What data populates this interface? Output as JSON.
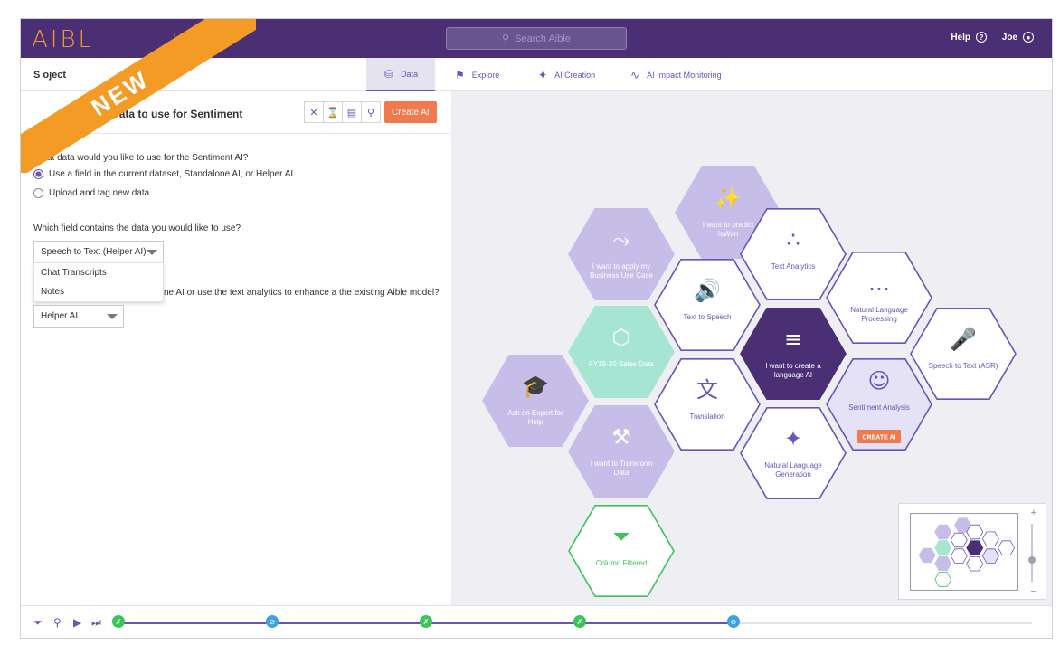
{
  "ribbon": {
    "label": "NEW"
  },
  "topbar": {
    "logo": "AIBL",
    "logo_suffix": "IZE",
    "search_placeholder": "Search Aible",
    "help_label": "Help",
    "user_label": "Joe"
  },
  "subbar": {
    "project_title": "S                      oject",
    "tabs": [
      {
        "label": "Data",
        "icon": "database-icon",
        "active": true
      },
      {
        "label": "Explore",
        "icon": "map-icon",
        "active": false
      },
      {
        "label": "AI Creation",
        "icon": "magic-wand-icon",
        "active": false
      },
      {
        "label": "AI Impact Monitoring",
        "icon": "pulse-icon",
        "active": false
      }
    ]
  },
  "left_panel": {
    "title": "Select the Data to use for Sentiment",
    "toolbar": {
      "create_ai": "Create AI"
    },
    "q1": "What data would you like to use for the Sentiment AI?",
    "q1_options": [
      "Use a field in the current dataset, Standalone AI, or Helper AI",
      "Upload and tag new data"
    ],
    "q2": "Which field contains the data you would like to use?",
    "field_select_value": "Speech to Text (Helper AI)",
    "field_dropdown_options": [
      "Chat Transcripts",
      "Notes"
    ],
    "q3_partial": "ne AI or use the text analytics to enhance a the existing Aible model?",
    "helper_select_value": "Helper AI"
  },
  "hexes": [
    {
      "id": "predict",
      "label": "I want to predict IsWon",
      "icon": "magic-wand-icon",
      "style": "lavender"
    },
    {
      "id": "apply",
      "label": "I want to apply my Business Use Case",
      "icon": "route-icon",
      "style": "lavender"
    },
    {
      "id": "text-analytics",
      "label": "Text Analytics",
      "icon": "scatter-chart-icon",
      "style": "outline"
    },
    {
      "id": "nlp",
      "label": "Natural Language Processing",
      "icon": "chat-bubble-icon",
      "style": "outline"
    },
    {
      "id": "tts",
      "label": "Text to Speech",
      "icon": "speaker-icon",
      "style": "outline"
    },
    {
      "id": "sales",
      "label": "FY19-20 Sales Data",
      "icon": "hex-cluster-icon",
      "style": "mint"
    },
    {
      "id": "language",
      "label": "I want to create a language AI",
      "icon": "text-lines-icon",
      "style": "dark"
    },
    {
      "id": "asr",
      "label": "Speech to Text (ASR)",
      "icon": "microphone-icon",
      "style": "outline"
    },
    {
      "id": "expert",
      "label": "Ask an Expert for Help",
      "icon": "graduate-icon",
      "style": "lavender"
    },
    {
      "id": "translation",
      "label": "Translation",
      "icon": "translate-icon",
      "style": "outline"
    },
    {
      "id": "sentiment",
      "label": "Sentiment Analysis",
      "icon": "smiley-chat-icon",
      "style": "selected",
      "button": "CREATE AI"
    },
    {
      "id": "transform",
      "label": "I want to Transform Data",
      "icon": "tools-icon",
      "style": "lavender"
    },
    {
      "id": "nlg",
      "label": "Natural Language Generation",
      "icon": "sparkle-icon",
      "style": "outline"
    },
    {
      "id": "filtered",
      "label": "Column Filtered",
      "icon": "funnel-icon",
      "style": "green-outline"
    }
  ],
  "minimap": {
    "zoom_in": "+",
    "zoom_out": "−"
  },
  "colors": {
    "purple": "#4a2f74",
    "accent": "#6a54b8",
    "orange": "#ef7a4e",
    "mint": "#a7e5d3",
    "lavender": "#c6bde8",
    "green": "#3cc45b"
  }
}
